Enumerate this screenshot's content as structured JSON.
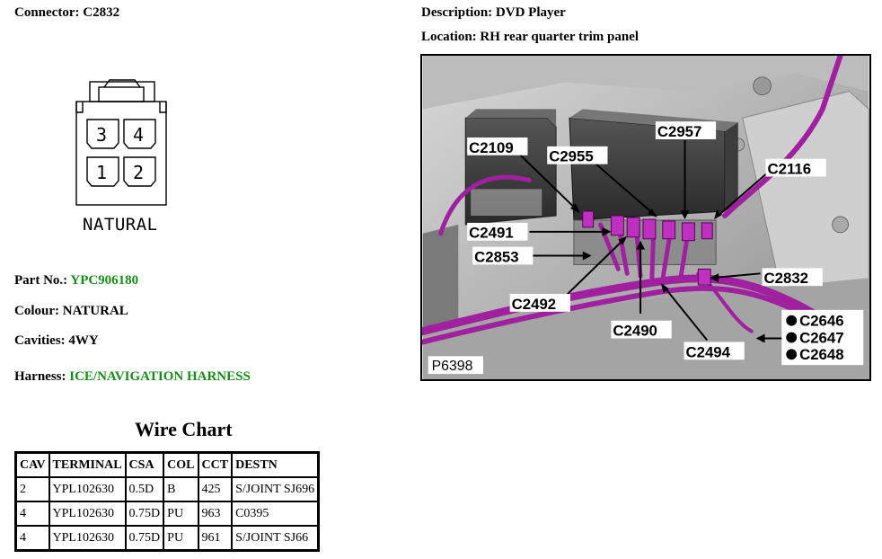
{
  "connector_label": "Connector:",
  "connector_value": "C2832",
  "description_label": "Description:",
  "description_value": "DVD Player",
  "location_label": "Location:",
  "location_value": "RH rear quarter trim panel",
  "connector_face": {
    "pins": [
      "3",
      "4",
      "1",
      "2"
    ],
    "colour_caption": "NATURAL"
  },
  "part_no_label": "Part No.:",
  "part_no_value": "YPC906180",
  "colour_label": "Colour:",
  "colour_value": "NATURAL",
  "cavities_label": "Cavities:",
  "cavities_value": "4WY",
  "harness_label": "Harness:",
  "harness_value": "ICE/NAVIGATION HARNESS",
  "link_color": "#1a8a1a",
  "wire_chart": {
    "title": "Wire Chart",
    "headers": [
      "CAV",
      "TERMINAL",
      "CSA",
      "COL",
      "CCT",
      "DESTN"
    ],
    "rows": [
      [
        "2",
        "YPL102630",
        "0.5D",
        "B",
        "425",
        "S/JOINT SJ696"
      ],
      [
        "4",
        "YPL102630",
        "0.75D",
        "PU",
        "963",
        "C0395"
      ],
      [
        "4",
        "YPL102630",
        "0.75D",
        "PU",
        "961",
        "S/JOINT SJ66"
      ]
    ]
  },
  "photo": {
    "id_label": "P6398",
    "callouts": {
      "c2109": "C2109",
      "c2955": "C2955",
      "c2957": "C2957",
      "c2116": "C2116",
      "c2491": "C2491",
      "c2853": "C2853",
      "c2832": "C2832",
      "c2492": "C2492",
      "c2490": "C2490",
      "c2494": "C2494",
      "c2646": "C2646",
      "c2647": "C2647",
      "c2648": "C2648"
    },
    "harness_color": "#a020a0"
  }
}
